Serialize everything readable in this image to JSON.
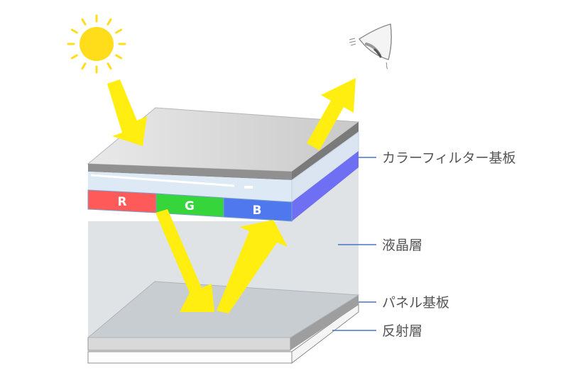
{
  "swatches": {
    "red": "R",
    "green": "G",
    "blue": "B"
  },
  "labels": {
    "color_filter_substrate": "カラーフィルター基板",
    "liquid_crystal_layer": "液晶層",
    "panel_substrate": "パネル基板",
    "reflective_layer": "反射層"
  },
  "colors": {
    "sun": "#ffdd1a",
    "light_arrow": "#ffee10",
    "swatch_red": "#ff5a5a",
    "swatch_green": "#36d53c",
    "swatch_blue": "#4f78ee",
    "filter_side": "#6f6ff3",
    "leader_line": "#4a74c8"
  },
  "icons": [
    "sun-icon",
    "eye-icon"
  ]
}
